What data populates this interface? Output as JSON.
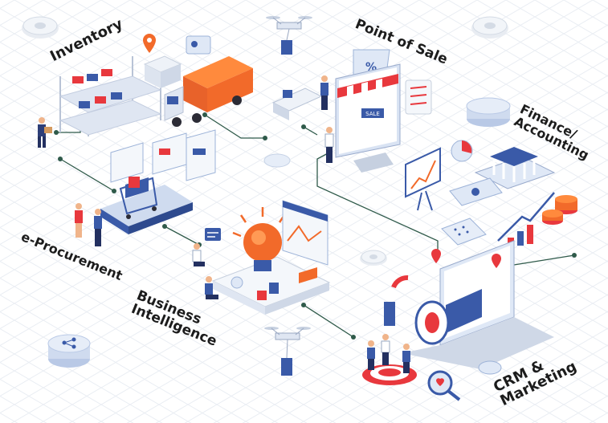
{
  "modules": {
    "inventory": {
      "label": "Inventory"
    },
    "pos": {
      "label": "Point of Sale"
    },
    "finance": {
      "line1": "Finance/",
      "line2": "Accounting"
    },
    "procurement": {
      "label": "e-Procurement"
    },
    "bi": {
      "line1": "Business",
      "line2": "Intelligence"
    },
    "crm": {
      "line1": "CRM &",
      "line2": "Marketing"
    }
  },
  "icons": {
    "pos_sign": "%",
    "store_sign": "SALE"
  },
  "colors": {
    "accent_orange": "#f26a2a",
    "accent_red": "#e8383d",
    "primary_blue": "#3a5aa8",
    "light_blue": "#dfe8f6",
    "grid": "#e9edf3",
    "connector": "#2f5a4a"
  }
}
